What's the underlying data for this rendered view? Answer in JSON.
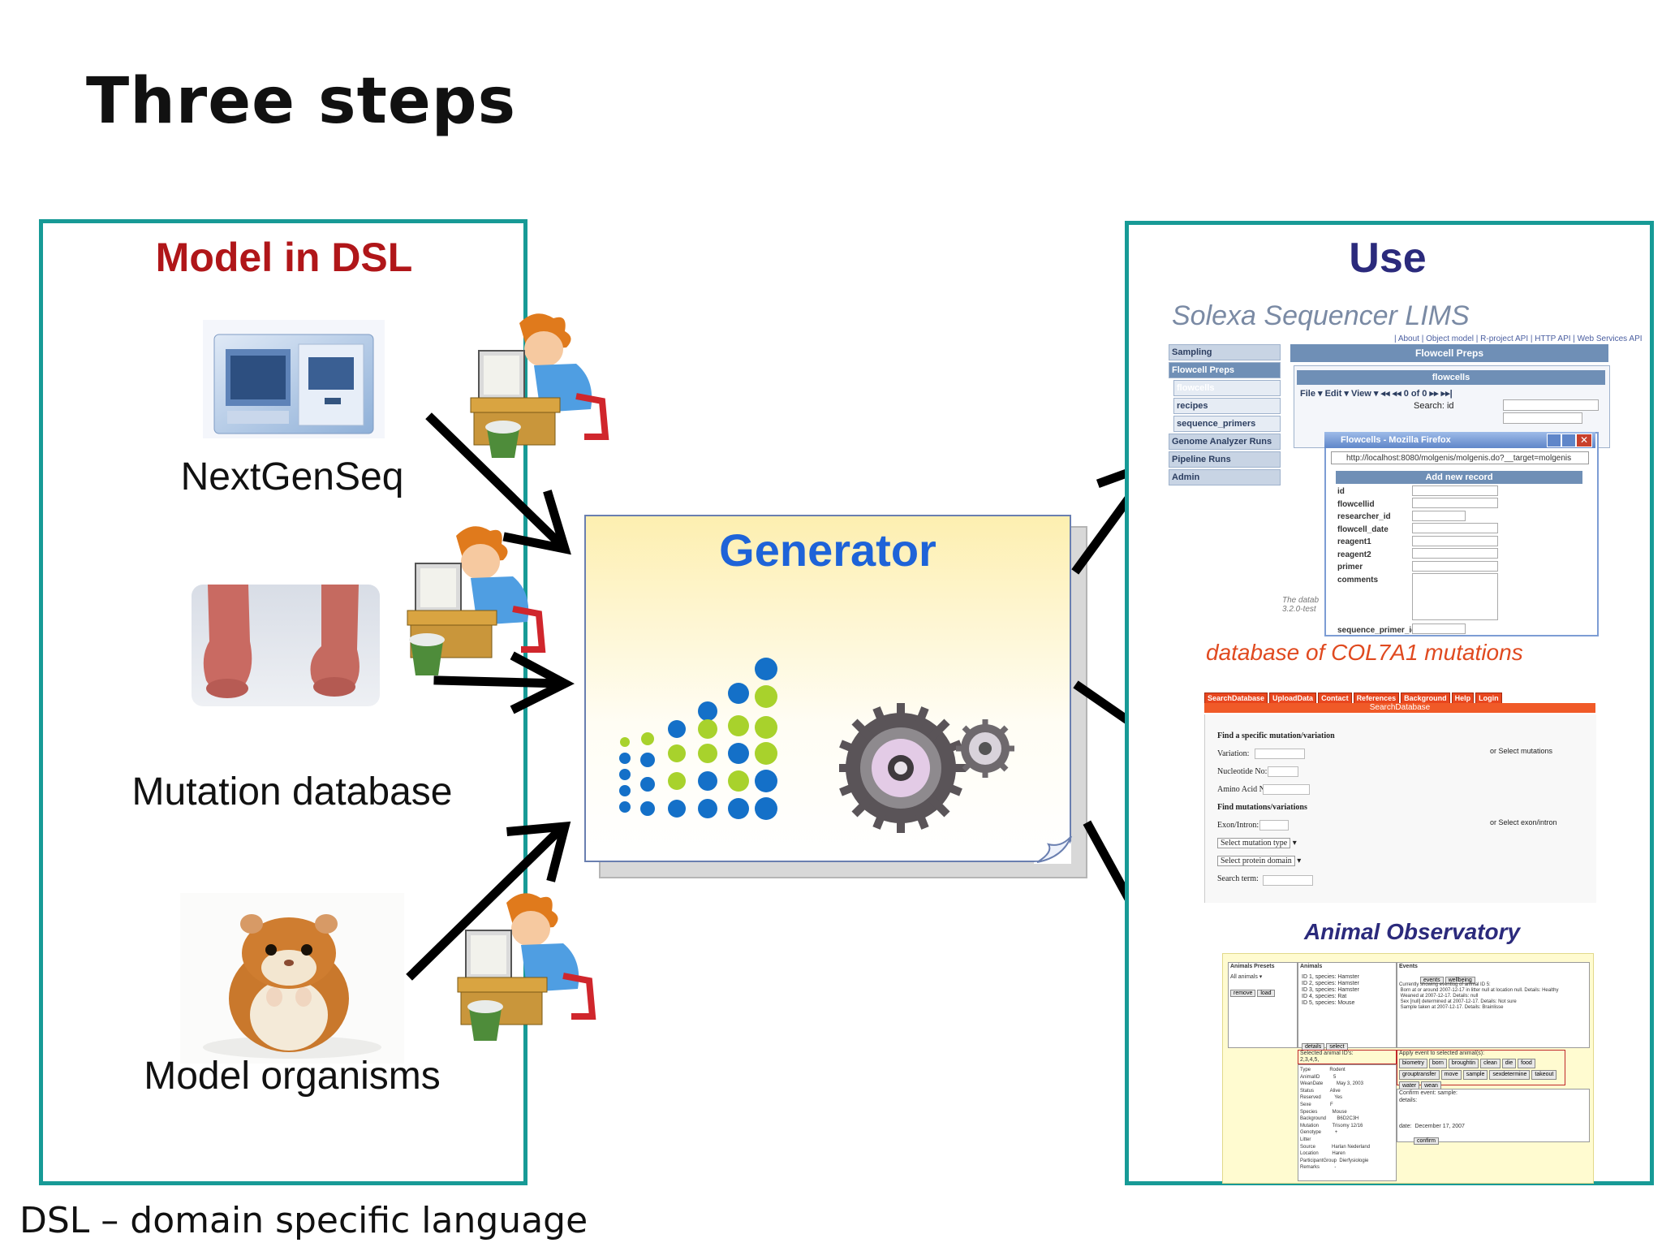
{
  "slide": {
    "title": "Three steps",
    "footer": "DSL – domain specific language"
  },
  "left_panel": {
    "title": "Model in DSL",
    "items": [
      {
        "label": "NextGenSeq"
      },
      {
        "label": "Mutation database"
      },
      {
        "label": "Model organisms"
      }
    ]
  },
  "generator": {
    "title": "Generator"
  },
  "right_panel": {
    "title": "Use",
    "lims": {
      "title": "Solexa Sequencer LIMS",
      "links": "| About | Object model | R-project API | HTTP API | Web Services API",
      "menu": [
        "Sampling",
        "Flowcell Preps",
        "flowcells",
        "recipes",
        "sequence_primers",
        "Genome Analyzer Runs",
        "Pipeline Runs",
        "Admin"
      ],
      "header": "Flowcell Preps",
      "subheader": "flowcells",
      "toolbar": "File ▾   Edit ▾   View ▾        ◂◂  ◂◂ 0 of 0  ▸▸  ▸▸|",
      "search_label": "Search:  id",
      "popup_title": "Flowcells - Mozilla Firefox",
      "popup_url": "http://localhost:8080/molgenis/molgenis.do?__target=molgenis",
      "popup_header": "Add new record",
      "fields": [
        "id",
        "flowcellid",
        "researcher_id",
        "flowcell_date",
        "reagent1",
        "reagent2",
        "primer",
        "comments",
        "",
        "",
        "",
        "sequence_primer_id"
      ],
      "footnote": "The datab\n3.2.0-test"
    },
    "mutation_db": {
      "title": "database of COL7A1 mutations",
      "tabs": [
        "SearchDatabase",
        "UploadData",
        "Contact",
        "References",
        "Background",
        "Help",
        "Login"
      ],
      "bar": "SearchDatabase",
      "heading1": "Find a specific mutation/variation",
      "variation": "Variation:",
      "nucleotide": "Nucleotide No:",
      "amino": "Amino Acid No:",
      "heading2": "Find mutations/variations",
      "exon": "Exon/Intron:",
      "mutation_type": "Select mutation type",
      "protein_domain": "Select protein domain",
      "search_term": "Search term:",
      "or_mutations": "or  Select mutations",
      "or_exon": "or  Select exon/intron"
    },
    "animal": {
      "title": "Animal Observatory",
      "presets": "Animals Presets",
      "animals": "Animals",
      "events": "Events",
      "animal_list": "ID 1, species: Hamster\nID 2, species: Hamster\nID 3, species: Hamster\nID 4, species: Rat\nID 5, species: Mouse",
      "selected": "Selected animal ID's:\n2,3,4,5,",
      "details": "Type              Rodent\nAnimalID          5\nWeanDate          May 3, 2003\nStatus            Alive\nReserved          Yes\nSexe              F\nSpecies           Mouse\nBackground        B6D2C3H\nMutation          Trisomy 12/16\nGenotype          +\nLitter\nSource            Harlan Nederland\nLocation          Haren\nParticipantGroup  Dierfysiologie\nRemarks           -",
      "event_text": "Currently showing eventlog of animal ID 5:\n Born at or around 2007-12-17 in litter null at location null. Details: Healthy\n Weaned at 2007-12-17. Details: null\n Sex [null] determined at 2007-12-17. Details: Not sure\n Sample taken at 2007-12-17. Details: Brainlisse",
      "buttons_events": [
        "events",
        "wellbeing"
      ],
      "buttons_apply": [
        "biometry",
        "born",
        "broughtin",
        "clean",
        "die",
        "food",
        "grouptransfer",
        "move",
        "sample",
        "sexdetermine",
        "takeout",
        "water",
        "wean"
      ],
      "apply_label": "Apply event to selected animal(s):",
      "confirm_label": "Confirm event: sample:",
      "date_label": "date:  December 17, 2007",
      "confirm_btn": "confirm",
      "preset_btns": [
        "remove",
        "load"
      ],
      "animals_btns": [
        "details",
        "select"
      ]
    }
  }
}
